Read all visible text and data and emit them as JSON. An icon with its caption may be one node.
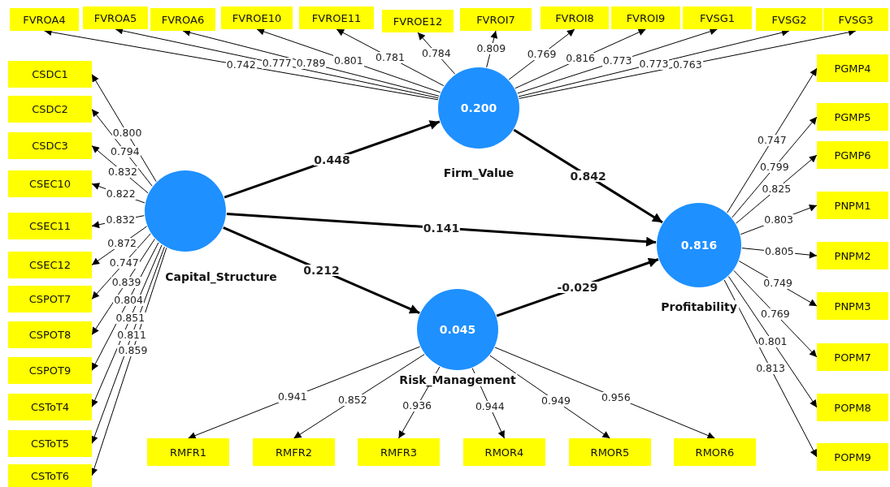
{
  "diagram": {
    "nodes": [
      {
        "text": [
          "FVROA4"
        ]
      },
      {
        "text": [
          "FVROA5"
        ]
      },
      {
        "text": [
          "FVROA6"
        ]
      },
      {
        "text": [
          "FVROE10"
        ]
      },
      {
        "text": [
          "FVROE11"
        ]
      },
      {
        "text": [
          "FVROE12"
        ]
      },
      {
        "text": [
          "FVROI7"
        ]
      },
      {
        "text": [
          "FVROI8"
        ]
      },
      {
        "text": [
          "FVROI9"
        ]
      },
      {
        "text": [
          "FVSG1"
        ]
      },
      {
        "text": [
          "FVSG2"
        ]
      },
      {
        "text": [
          "FVSG3"
        ]
      },
      {
        "text": [
          "CSDC1"
        ]
      },
      {
        "text": [
          "CSDC2"
        ]
      },
      {
        "text": [
          "CSDC3"
        ]
      },
      {
        "text": [
          "CSEC10"
        ]
      },
      {
        "text": [
          "CSEC11"
        ]
      },
      {
        "text": [
          "CSEC12"
        ]
      },
      {
        "text": [
          "CSPOT7"
        ]
      },
      {
        "text": [
          "CSPOT8"
        ]
      },
      {
        "text": [
          "CSPOT9"
        ]
      },
      {
        "text": [
          "CSToT4"
        ]
      },
      {
        "text": [
          "CSToT5"
        ]
      },
      {
        "text": [
          "CSToT6"
        ]
      },
      {
        "text": [],
        "shape": "circle",
        "beside": [
          "Capital_Structure"
        ]
      },
      {
        "text": [
          "0.200"
        ],
        "beside": [
          "Firm_Value"
        ]
      },
      {
        "text": [
          "0.045"
        ],
        "beside": [
          "Risk_Management"
        ]
      },
      {
        "text": [
          "0.816"
        ],
        "beside": [
          "Profitability"
        ]
      },
      {
        "text": [
          "PGMP4"
        ]
      },
      {
        "text": [
          "PGMP5"
        ]
      },
      {
        "text": [
          "PGMP6"
        ]
      },
      {
        "text": [
          "PNPM1"
        ]
      },
      {
        "text": [
          "PNPM2"
        ]
      },
      {
        "text": [
          "PNPM3"
        ]
      },
      {
        "text": [
          "POPM7"
        ]
      },
      {
        "text": [
          "POPM8"
        ]
      },
      {
        "text": [
          "POPM9"
        ]
      },
      {
        "text": [
          "RMFR1"
        ]
      },
      {
        "text": [
          "RMFR2"
        ]
      },
      {
        "text": [
          "RMFR3"
        ]
      },
      {
        "text": [
          "RMOR4"
        ]
      },
      {
        "text": [
          "RMOR5"
        ]
      },
      {
        "text": [
          "RMOR6"
        ]
      }
    ],
    "edges": [
      {
        "from": 25,
        "to": 0,
        "arrow": "to",
        "label": "0.742"
      },
      {
        "from": 25,
        "to": 1,
        "arrow": "to",
        "label": "0.777"
      },
      {
        "from": 25,
        "to": 2,
        "arrow": "to",
        "label": "0.789"
      },
      {
        "from": 25,
        "to": 3,
        "arrow": "to",
        "label": "0.801"
      },
      {
        "from": 25,
        "to": 4,
        "arrow": "to",
        "label": "0.781"
      },
      {
        "from": 25,
        "to": 5,
        "arrow": "to",
        "label": "0.784"
      },
      {
        "from": 25,
        "to": 6,
        "arrow": "to",
        "label": "0.809"
      },
      {
        "from": 25,
        "to": 7,
        "arrow": "to",
        "label": "0.769"
      },
      {
        "from": 25,
        "to": 8,
        "arrow": "to",
        "label": "0.816"
      },
      {
        "from": 25,
        "to": 9,
        "arrow": "to",
        "label": "0.773"
      },
      {
        "from": 25,
        "to": 10,
        "arrow": "to",
        "label": "0.773"
      },
      {
        "from": 25,
        "to": 11,
        "arrow": "to",
        "label": "0.763"
      },
      {
        "from": 24,
        "to": 12,
        "arrow": "to",
        "label": "0.800"
      },
      {
        "from": 24,
        "to": 13,
        "arrow": "to",
        "label": "0.794"
      },
      {
        "from": 24,
        "to": 14,
        "arrow": "to",
        "label": "0.832"
      },
      {
        "from": 24,
        "to": 15,
        "arrow": "to",
        "label": "0.822"
      },
      {
        "from": 24,
        "to": 16,
        "arrow": "to",
        "label": "0.832"
      },
      {
        "from": 24,
        "to": 17,
        "arrow": "to",
        "label": "0.872"
      },
      {
        "from": 24,
        "to": 18,
        "arrow": "to",
        "label": "0.747"
      },
      {
        "from": 24,
        "to": 19,
        "arrow": "to",
        "label": "0.839"
      },
      {
        "from": 24,
        "to": 20,
        "arrow": "to",
        "label": "0.804"
      },
      {
        "from": 24,
        "to": 21,
        "arrow": "to",
        "label": "0.851"
      },
      {
        "from": 24,
        "to": 22,
        "arrow": "to",
        "label": "0.811"
      },
      {
        "from": 24,
        "to": 23,
        "arrow": "to",
        "label": "0.859"
      },
      {
        "from": 24,
        "to": 25,
        "arrow": "to",
        "label": "0.448",
        "style": "thick"
      },
      {
        "from": 25,
        "to": 27,
        "arrow": "to",
        "label": "0.842",
        "style": "thick"
      },
      {
        "from": 24,
        "to": 27,
        "arrow": "to",
        "label": "0.141",
        "style": "thick"
      },
      {
        "from": 24,
        "to": 26,
        "arrow": "to",
        "label": "0.212",
        "style": "thick"
      },
      {
        "from": 26,
        "to": 27,
        "arrow": "to",
        "label": "-0.029",
        "style": "thick"
      },
      {
        "from": 27,
        "to": 28,
        "arrow": "to",
        "label": "0.747"
      },
      {
        "from": 27,
        "to": 29,
        "arrow": "to",
        "label": "0.799"
      },
      {
        "from": 27,
        "to": 30,
        "arrow": "to",
        "label": "0.825"
      },
      {
        "from": 27,
        "to": 31,
        "arrow": "to",
        "label": "0.803"
      },
      {
        "from": 27,
        "to": 32,
        "arrow": "to",
        "label": "0.805"
      },
      {
        "from": 27,
        "to": 33,
        "arrow": "to",
        "label": "0.749"
      },
      {
        "from": 27,
        "to": 34,
        "arrow": "to",
        "label": "0.769"
      },
      {
        "from": 27,
        "to": 35,
        "arrow": "to",
        "label": "0.801"
      },
      {
        "from": 27,
        "to": 36,
        "arrow": "to",
        "label": "0.813"
      },
      {
        "from": 26,
        "to": 37,
        "arrow": "to",
        "label": "0.941"
      },
      {
        "from": 26,
        "to": 38,
        "arrow": "to",
        "label": "0.852"
      },
      {
        "from": 26,
        "to": 39,
        "arrow": "to",
        "label": "0.936"
      },
      {
        "from": 26,
        "to": 40,
        "arrow": "to",
        "label": "0.944"
      },
      {
        "from": 26,
        "to": 41,
        "arrow": "to",
        "label": "0.949"
      },
      {
        "from": 26,
        "to": 42,
        "arrow": "to",
        "label": "0.956"
      }
    ]
  }
}
